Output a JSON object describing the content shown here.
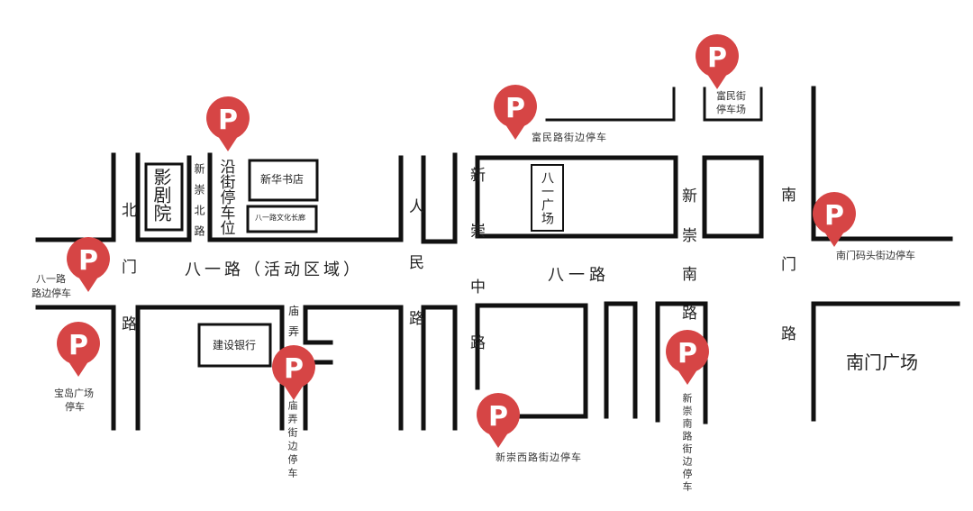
{
  "colors": {
    "pin": "#d64545",
    "line": "#111111"
  },
  "roads": {
    "beimen": "北门路",
    "renmin": "人民路",
    "xinchong_zhong": "新崇中路",
    "xinchong_nan": "新崇南路",
    "nanmen": "南门路",
    "xinchong_bei": "新崇北路",
    "miaonong": "庙弄",
    "bayi_activity": "八一路（活动区域）",
    "bayi": "八一路"
  },
  "buildings": {
    "cinema": "影剧院",
    "bookstore": "新华书店",
    "culture_gallery": "八一路文化长廊",
    "bank": "建设银行",
    "bayi_square": "八一广场",
    "nanmen_square": "南门广场"
  },
  "parking": [
    {
      "icon": "parking-pin-icon",
      "label": "沿街停车位"
    },
    {
      "icon": "parking-pin-icon",
      "label": "富民路街边停车"
    },
    {
      "icon": "parking-pin-icon",
      "label_line1": "富民街",
      "label_line2": "停车场"
    },
    {
      "icon": "parking-pin-icon",
      "label": "南门码头街边停车"
    },
    {
      "icon": "parking-pin-icon",
      "label_line1": "八一路",
      "label_line2": "路边停车"
    },
    {
      "icon": "parking-pin-icon",
      "label_line1": "宝岛广场",
      "label_line2": "停车"
    },
    {
      "icon": "parking-pin-icon",
      "label": "庙弄街边停车"
    },
    {
      "icon": "parking-pin-icon",
      "label": "新崇南路街边停车"
    },
    {
      "icon": "parking-pin-icon",
      "label": "新崇西路街边停车"
    }
  ],
  "pin_letter": "P"
}
